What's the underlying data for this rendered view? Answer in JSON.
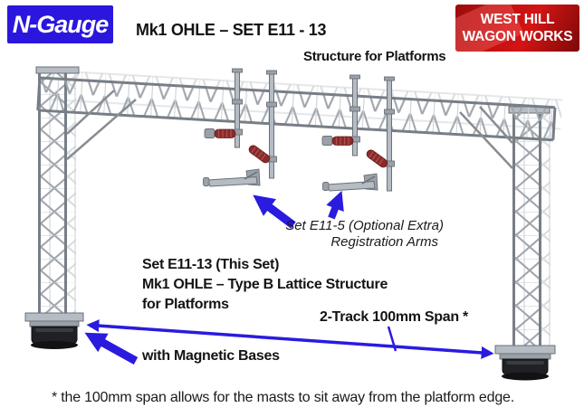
{
  "header": {
    "gauge_badge": "N-Gauge",
    "set_title": "Mk1 OHLE – SET E11 - 13",
    "brand_line1": "WEST HILL",
    "brand_line2": "WAGON WORKS",
    "subtitle": "Structure for Platforms"
  },
  "callouts": {
    "optional_extra_line1": "Set E11-5 (Optional Extra)",
    "optional_extra_line2": "Registration Arms",
    "this_set_line1": "Set E11-13 (This Set)",
    "this_set_line2": "Mk1 OHLE – Type B Lattice Structure",
    "this_set_line3": "for Platforms",
    "span_label": "2-Track 100mm Span *",
    "bases_label": "with Magnetic Bases",
    "footnote": "* the 100mm span allows for the masts to sit away from the platform edge."
  },
  "colors": {
    "accent_blue": "#2a1bdf",
    "logo_blue": "#2a16dd",
    "brand_red": "#c21010",
    "brand_red_dark": "#7c0909",
    "insulator_red": "#8b2a2a",
    "structure_grey": "#9aa1a8",
    "base_black": "#202125"
  }
}
